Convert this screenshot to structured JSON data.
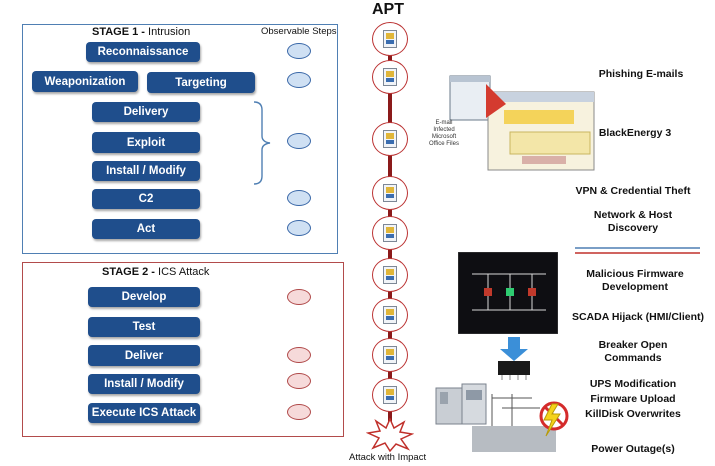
{
  "apt": {
    "title": "APT",
    "impact_label": "Attack with Impact"
  },
  "stage1": {
    "title_bold": "STAGE 1 -",
    "title_rest": " Intrusion",
    "observable_label": "Observable Steps",
    "steps": [
      "Reconnaissance",
      "Weaponization",
      "Targeting",
      "Delivery",
      "Exploit",
      "Install / Modify",
      "C2",
      "Act"
    ]
  },
  "stage2": {
    "title_bold": "STAGE 2 -",
    "title_rest": " ICS Attack",
    "steps": [
      "Develop",
      "Test",
      "Deliver",
      "Install / Modify",
      "Execute ICS Attack"
    ]
  },
  "right_labels": {
    "phishing": "Phishing E-mails",
    "blackenergy": "BlackEnergy 3",
    "vpn": "VPN & Credential Theft",
    "network": "Network & Host Discovery",
    "firmware_dev": "Malicious Firmware Development",
    "scada": "SCADA Hijack (HMI/Client)",
    "breaker": "Breaker Open Commands",
    "ups": "UPS Modification",
    "firmware_upload": "Firmware Upload",
    "killdisk": "KillDisk Overwrites",
    "outage": "Power Outage(s)"
  },
  "email_caption": "E-mail Infected Microsoft Office Files",
  "colors": {
    "button": "#1f4e8c",
    "stage1_border": "#4f7fb3",
    "stage2_border": "#b24b4b",
    "timeline": "#8b1a1a"
  }
}
